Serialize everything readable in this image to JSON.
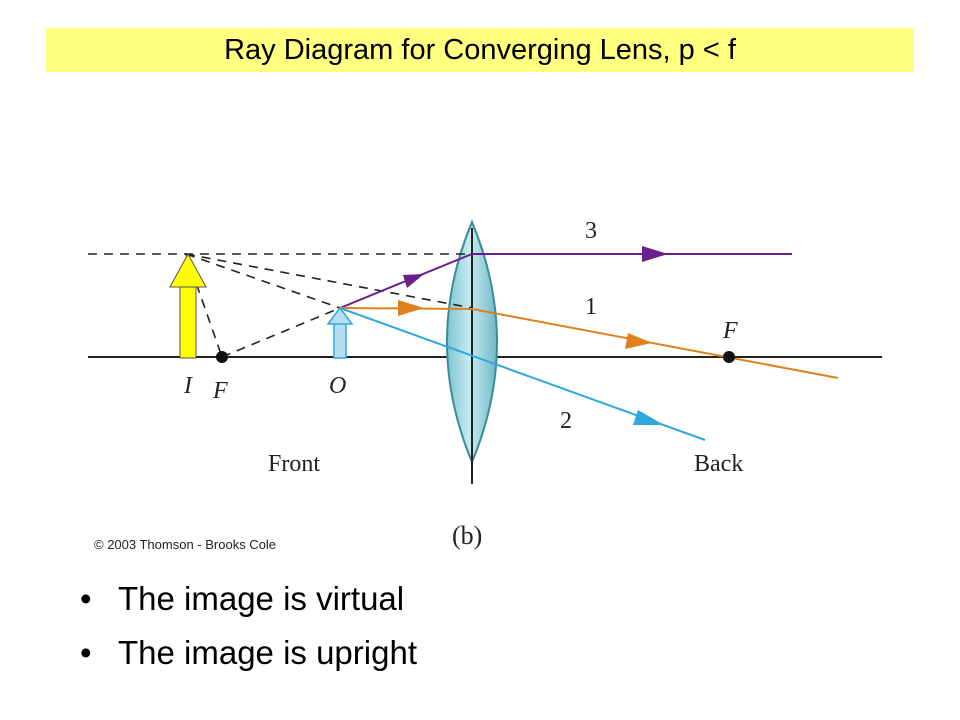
{
  "title": "Ray Diagram for Converging Lens, p < f",
  "labels": {
    "ray1": "1",
    "ray2": "2",
    "ray3": "3",
    "image": "I",
    "focal_front": "F",
    "object": "O",
    "focal_back": "F",
    "front": "Front",
    "back": "Back",
    "figure_part": "(b)"
  },
  "copyright": "© 2003 Thomson - Brooks Cole",
  "bullets": [
    "The image is virtual",
    "The image is upright"
  ],
  "colors": {
    "title_bg": "#ffff80",
    "ray1": "#e0801c",
    "ray2": "#2fa8e0",
    "ray3": "#6a1f8a",
    "image_arrow": "#ffff00",
    "object_arrow": "#a8d8f0",
    "lens": "#9fd6e0"
  }
}
